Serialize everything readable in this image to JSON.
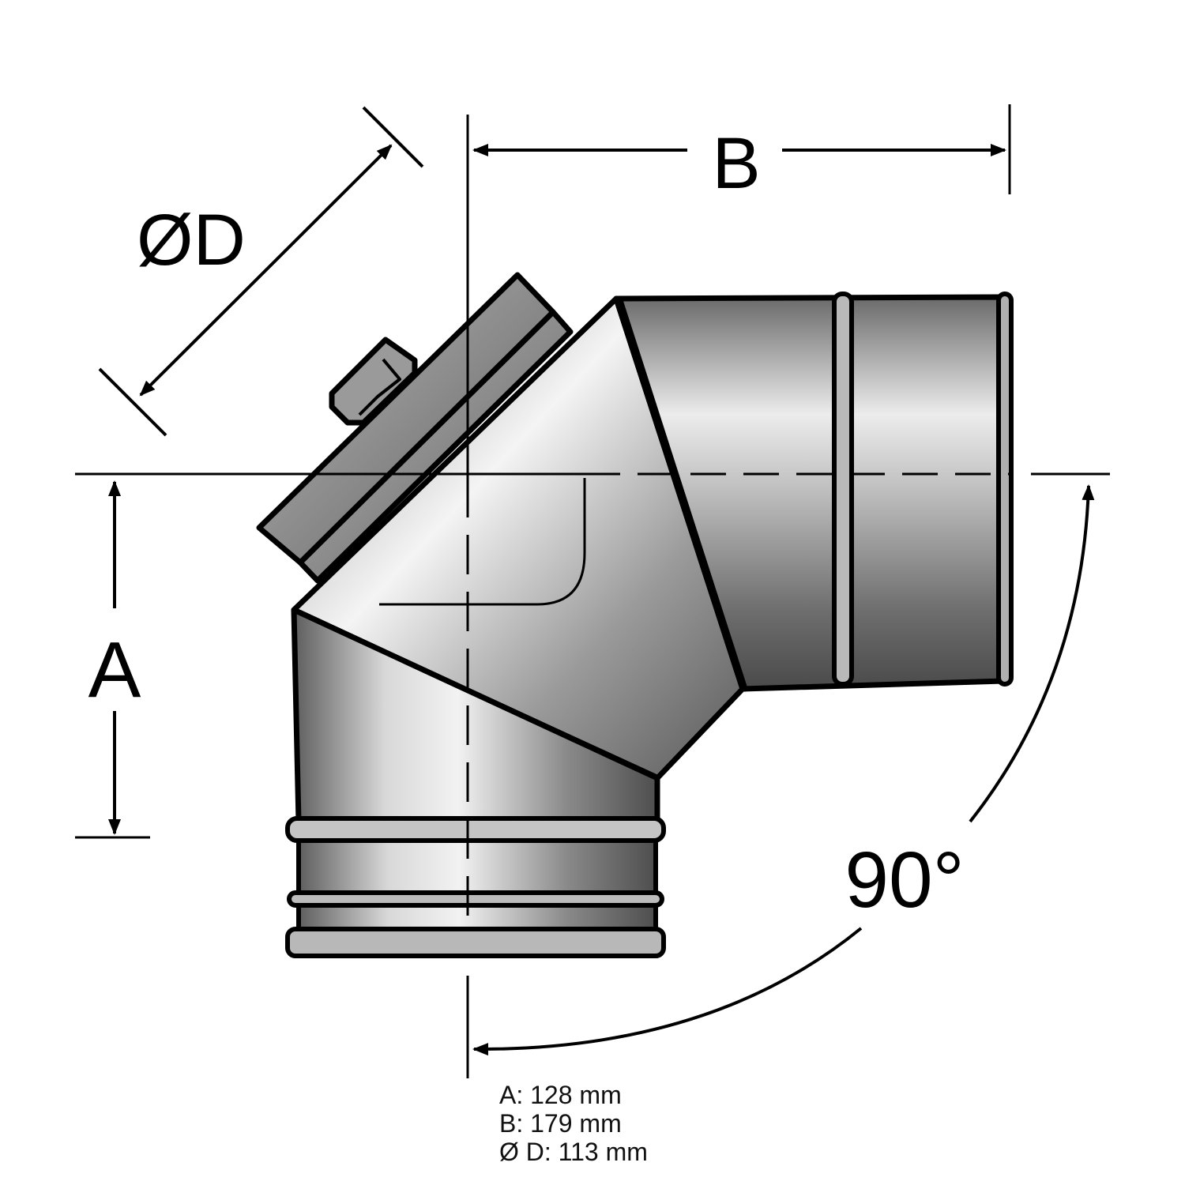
{
  "diagram": {
    "subject": "90-degree pipe elbow with inspection cover",
    "labels": {
      "dim_a": "A",
      "dim_b": "B",
      "dim_d": "ØD",
      "angle": "90°"
    },
    "specs": [
      {
        "key": "A",
        "text": "A: 128 mm"
      },
      {
        "key": "B",
        "text": "B: 179 mm"
      },
      {
        "key": "D",
        "text": "Ø D: 113 mm"
      }
    ],
    "colors": {
      "outline": "#000000",
      "metal_light": "#eeeeee",
      "metal_dark": "#6a6a6a",
      "background": "#ffffff"
    }
  }
}
